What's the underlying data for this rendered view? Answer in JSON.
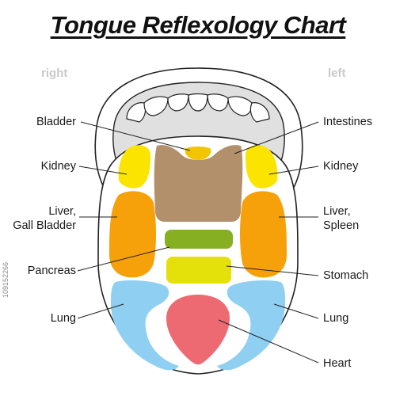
{
  "title": "Tongue Reflexology Chart",
  "sides": {
    "right": "right",
    "left": "left"
  },
  "labels_left": {
    "bladder": "Bladder",
    "kidney": "Kidney",
    "liver_line1": "Liver,",
    "liver_line2": "Gall Bladder",
    "pancreas": "Pancreas",
    "lung": "Lung"
  },
  "labels_right": {
    "intestines": "Intestines",
    "kidney": "Kidney",
    "liver_line1": "Liver,",
    "liver_line2": "Spleen",
    "stomach": "Stomach",
    "lung": "Lung",
    "heart": "Heart"
  },
  "stock_id": "109152266",
  "colors": {
    "bladder": "#f2c500",
    "intestines": "#b3906c",
    "kidney": "#fbe400",
    "liver": "#f6a00a",
    "pancreas": "#86b022",
    "stomach": "#e3e00a",
    "lung": "#8fd0f2",
    "heart": "#ed6a72",
    "tongue": "#ffffff",
    "mouth": "#e0e0e0",
    "outline": "#222222"
  }
}
